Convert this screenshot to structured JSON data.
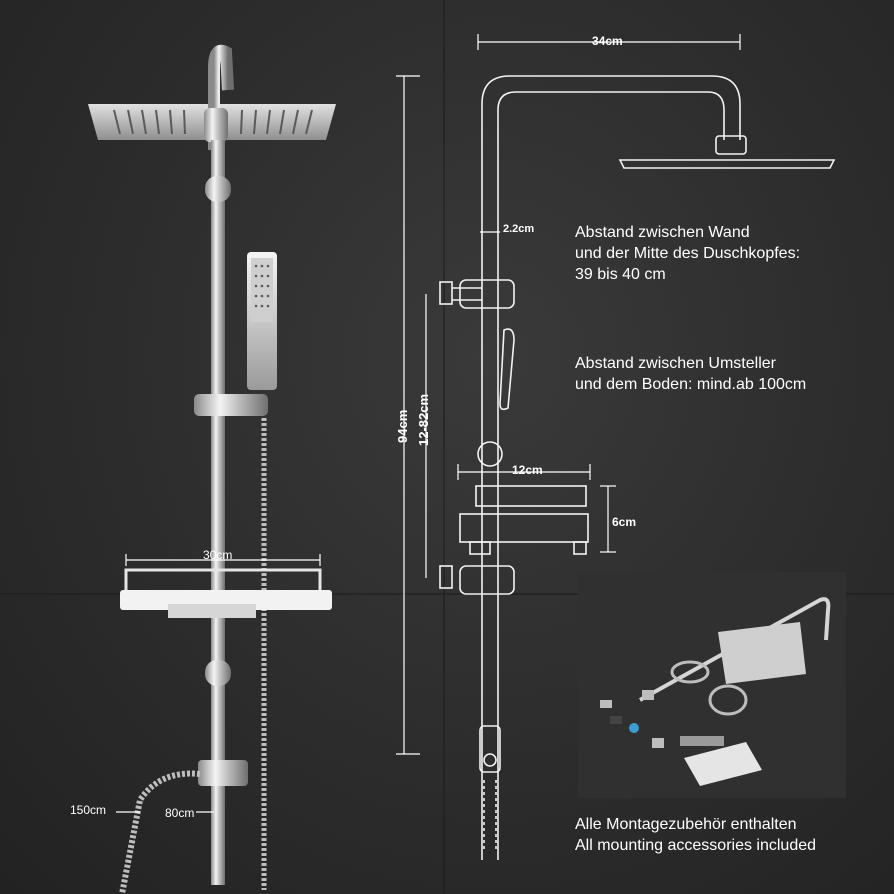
{
  "dimensions": {
    "top_width": "34cm",
    "wall_gap": "2.2cm",
    "total_height": "94cm",
    "slide_range": "12-82cm",
    "diverter_width": "12cm",
    "diverter_height": "6cm",
    "shelf_width": "30cm",
    "hose_length": "150cm",
    "pipe_length": "80cm"
  },
  "notes": {
    "wall_distance": [
      "Abstand zwischen Wand",
      "und der Mitte des Duschkopfes:",
      "39 bis 40 cm"
    ],
    "floor_distance": [
      "Abstand zwischen Umsteller",
      "und dem Boden: mind.ab 100cm"
    ]
  },
  "accessories": {
    "caption_de": "Alle Montagezubehör enthalten",
    "caption_en": "All mounting accessories included"
  }
}
